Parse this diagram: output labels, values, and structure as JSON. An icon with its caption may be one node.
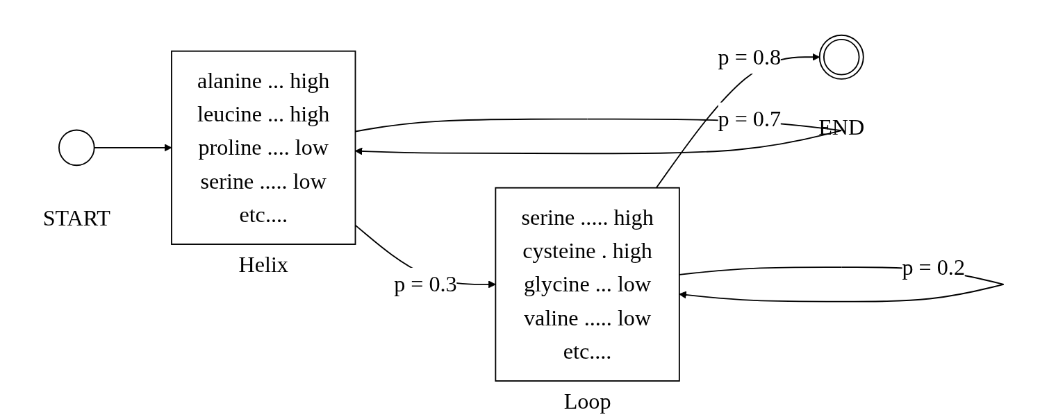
{
  "diagram": {
    "nodes": [
      {
        "text": [],
        "shape": "circle",
        "beside": [
          "START"
        ]
      },
      {
        "text": [
          "alanine ... high",
          "leucine ... high",
          "proline .... low",
          "serine ..... low",
          "etc...."
        ],
        "beside": [
          "Helix"
        ]
      },
      {
        "text": [
          "serine ..... high",
          "cysteine . high",
          "glycine ... low",
          "valine ..... low",
          "etc...."
        ],
        "beside": [
          "Loop"
        ]
      },
      {
        "text": [],
        "shape": "ring",
        "beside": [
          "END"
        ]
      }
    ],
    "edges": [
      {
        "from": 0,
        "to": 1,
        "arrow": "to"
      },
      {
        "from": 1,
        "to": 1,
        "arrow": "to",
        "label": "p = 0.7"
      },
      {
        "from": 1,
        "to": 2,
        "arrow": "to",
        "label": "p = 0.3"
      },
      {
        "from": 2,
        "to": 2,
        "arrow": "to",
        "label": "p = 0.2"
      },
      {
        "from": 2,
        "to": 3,
        "arrow": "to",
        "label": "p = 0.8"
      }
    ]
  }
}
